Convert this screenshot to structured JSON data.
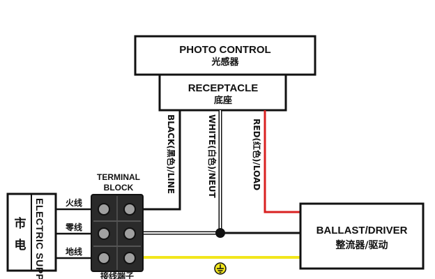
{
  "photo_control": {
    "title": "PHOTO CONTROL",
    "subtitle": "光感器"
  },
  "receptacle": {
    "title": "RECEPTACLE",
    "subtitle": "底座"
  },
  "wires": {
    "black": "BLACK(黑色)/LINE",
    "white": "WHITE(白色)/NEUT",
    "red": "RED(红色)/LOAD"
  },
  "terminal_block": {
    "title_line1": "TERMINAL",
    "title_line2": "BLOCK",
    "bottom_label": "接线端子"
  },
  "electric_supply": {
    "label_en": "ELECTRIC SUPPLY",
    "label_cn": "市电"
  },
  "supply_terminals": {
    "fire": "火线",
    "zero": "零线",
    "ground": "地线"
  },
  "ballast": {
    "title": "BALLAST/DRIVER",
    "subtitle": "整流器/驱动"
  },
  "colors": {
    "black_wire": "#111111",
    "white_wire": "#ffffff",
    "red_wire": "#d92020",
    "ground_wire": "#f2e61c",
    "screw": "#a0a0a0"
  },
  "icons": {
    "ground_symbol": "earth-ground-icon",
    "junction": "junction-dot-icon"
  }
}
